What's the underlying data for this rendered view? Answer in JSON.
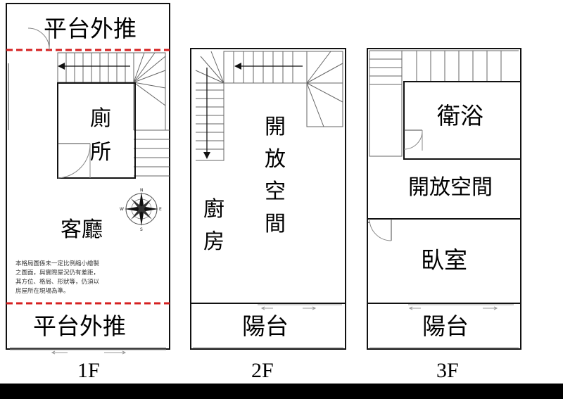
{
  "floors": [
    {
      "id": "1f",
      "floor_label": "1F",
      "rooms": {
        "platform_top": "平台外推",
        "toilet_line1": "廁",
        "toilet_line2": "所",
        "living": "客廳",
        "platform_bottom": "平台外推"
      },
      "note_lines": [
        "本格局圖係未一定比例縮小繪製",
        "之圖面，與實際屋況仍有差距，",
        "其方位、格局、形狀等，仍須以",
        "房屋所在現場為準。"
      ],
      "compass": {
        "n": "N",
        "s": "S",
        "e": "E",
        "w": "W"
      }
    },
    {
      "id": "2f",
      "floor_label": "2F",
      "rooms": {
        "open_1": "開",
        "open_2": "放",
        "open_3": "空",
        "open_4": "間",
        "kitchen_1": "廚",
        "kitchen_2": "房",
        "balcony": "陽台"
      }
    },
    {
      "id": "3f",
      "floor_label": "3F",
      "rooms": {
        "bath": "衛浴",
        "open": "開放空間",
        "bedroom": "臥室",
        "balcony": "陽台"
      }
    }
  ],
  "colors": {
    "wall": "#111111",
    "stair": "#666666",
    "outside_line": "#d62020",
    "window": "#9a9a9a",
    "footer": "#000000"
  }
}
